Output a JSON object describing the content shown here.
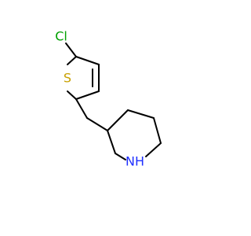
{
  "molecule": {
    "atoms": {
      "chlorine": {
        "label": "Cl",
        "color": "#00a000"
      },
      "sulfur": {
        "label": "S",
        "color": "#c8a000"
      },
      "nitrogen": {
        "label": "NH",
        "color": "#2030ff"
      }
    },
    "bond_color": "#000000",
    "background": "#ffffff"
  }
}
